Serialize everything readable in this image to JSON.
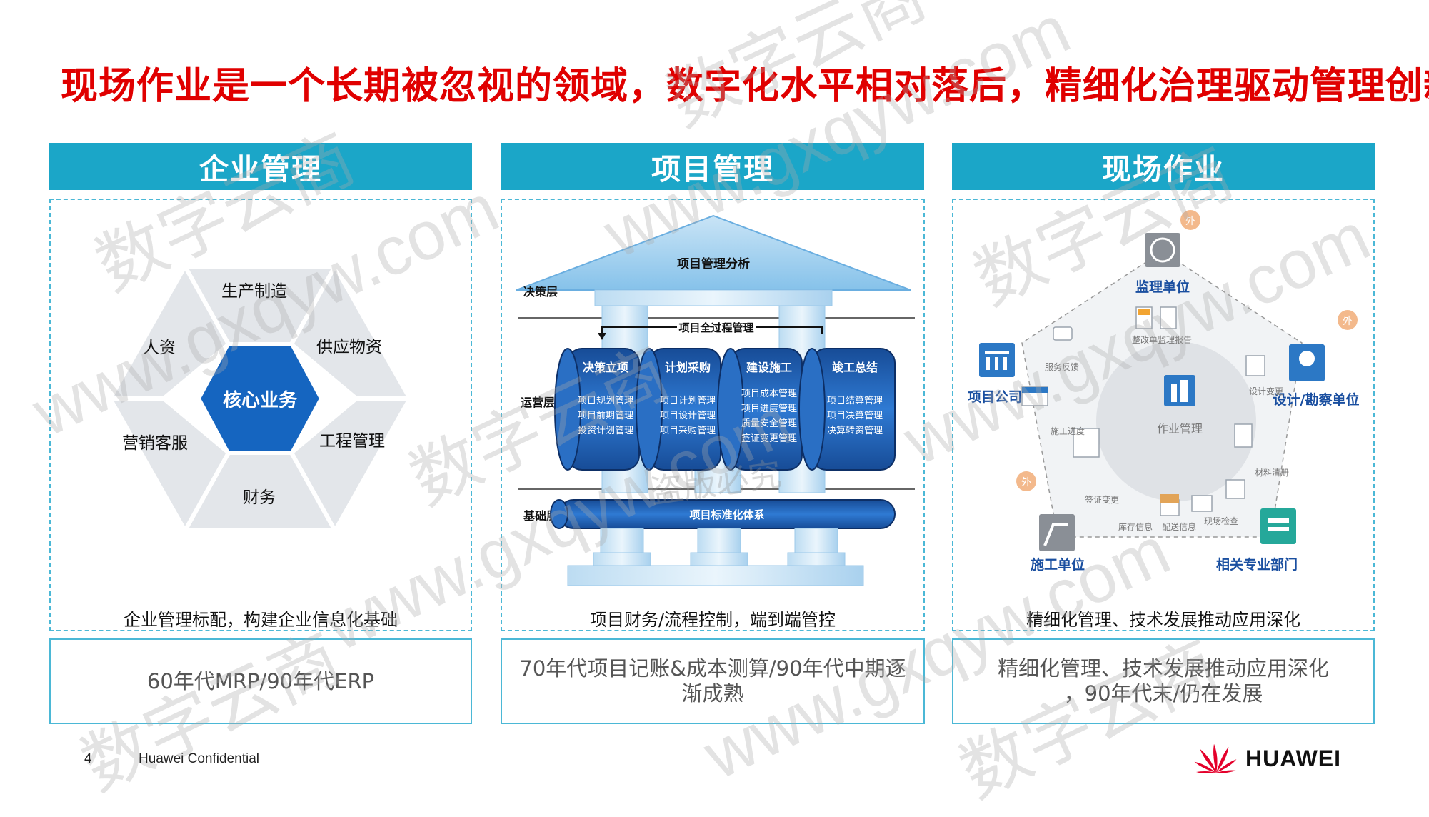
{
  "title": "现场作业是一个长期被忽视的领域，数字化水平相对落后，精细化治理驱动管理创新",
  "columns": [
    {
      "header": "企业管理",
      "caption": "企业管理标配，构建企业信息化基础",
      "bottom": "60年代MRP/90年代ERP",
      "hex": {
        "center": "核心业务",
        "segments": [
          "生产制造",
          "供应物资",
          "工程管理",
          "财务",
          "营销客服",
          "人资"
        ]
      }
    },
    {
      "header": "项目管理",
      "caption": "项目财务/流程控制，端到端管控",
      "bottom_line1": "70年代项目记账&成本测算/90年代中期逐",
      "bottom_line2": "渐成熟",
      "temple": {
        "roof": "项目管理分析",
        "layer_decision": "决策层",
        "layer_operation": "运营层",
        "layer_base": "基础层",
        "process_label": "项目全过程管理",
        "foundation": "项目标准化体系",
        "stages": [
          {
            "title": "决策立项",
            "items": [
              "项目规划管理",
              "项目前期管理",
              "投资计划管理"
            ]
          },
          {
            "title": "计划采购",
            "items": [
              "项目计划管理",
              "项目设计管理",
              "项目采购管理"
            ]
          },
          {
            "title": "建设施工",
            "items": [
              "项目成本管理",
              "项目进度管理",
              "质量安全管理",
              "签证变更管理"
            ]
          },
          {
            "title": "竣工总结",
            "items": [
              "项目结算管理",
              "项目决算管理",
              "决算转资管理"
            ]
          }
        ]
      }
    },
    {
      "header": "现场作业",
      "caption": "精细化管理、技术发展推动应用深化",
      "bottom_line1": "精细化管理、技术发展推动应用深化",
      "bottom_line2": "，90年代末/仍在发展",
      "penta": {
        "center": "作业管理",
        "nodes": [
          "监理单位",
          "设计/勘察单位",
          "相关专业部门",
          "施工单位",
          "项目公司"
        ],
        "outer_badge": "外",
        "items": [
          "整改单",
          "监理报告",
          "服务反馈",
          "设计变更",
          "施工进度",
          "材料清册",
          "签证变更",
          "库存信息",
          "配送信息",
          "现场检查"
        ]
      }
    }
  ],
  "watermarks": [
    "数字云商",
    "www.gxqyw.com",
    "盗版必究"
  ],
  "footer": {
    "page": "4",
    "confidential": "Huawei Confidential",
    "logo": "HUAWEI"
  },
  "colors": {
    "title": "#e00000",
    "header": "#1ba6c8",
    "border": "#4bb8d6",
    "hex_center": "#1565c0",
    "temple": "#1e5fb4"
  }
}
